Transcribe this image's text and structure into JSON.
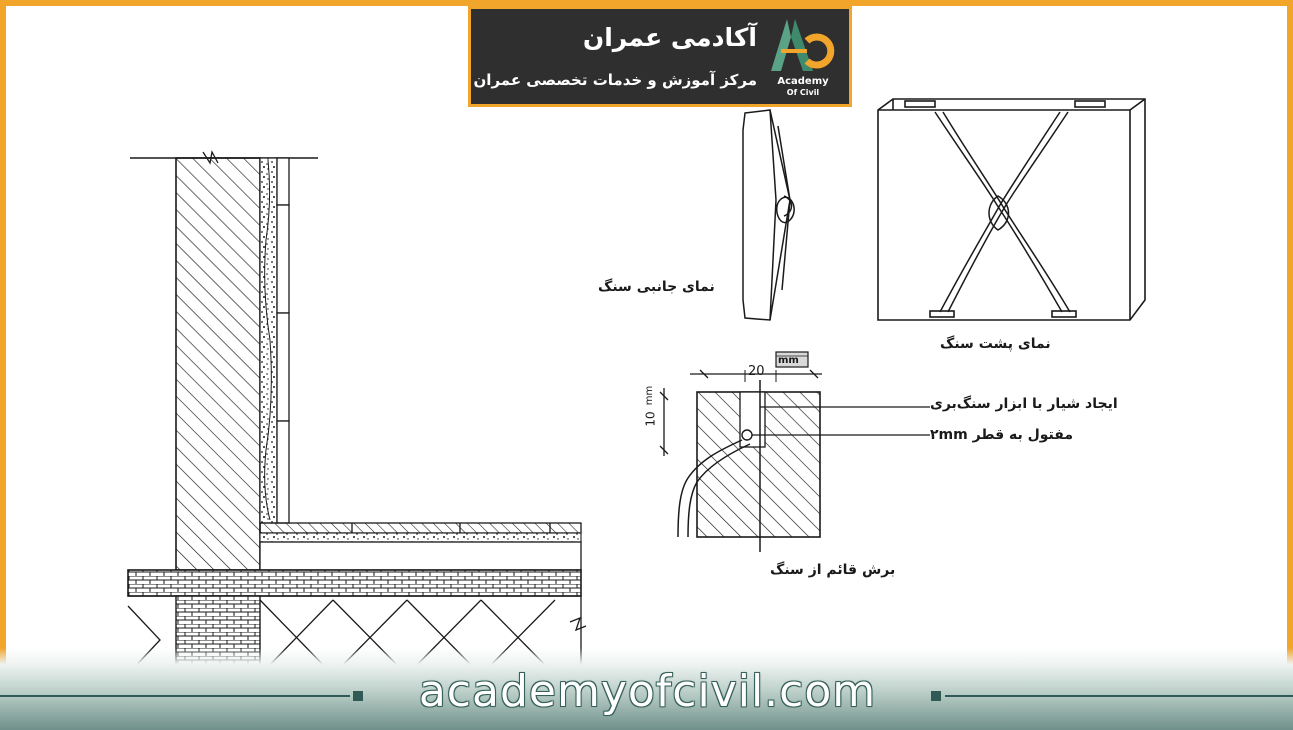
{
  "header": {
    "title": "آکادمی عمران",
    "subtitle": "مرکز آموزش و خدمات تخصصی عمران",
    "logo_line1": "Academy",
    "logo_line2": "Of Civil"
  },
  "labels": {
    "side_view": "نمای جانبی سنگ",
    "back_view": "نمای پشت سنگ",
    "section": "برش قائم از سنگ",
    "groove": "ایجاد شیار با ابزار سنگ‌بری",
    "wire": "مفتول به قطر ۲mm",
    "unit": "mm",
    "dim_20": "20",
    "dim_10": "10",
    "dim_10_unit": "mm"
  },
  "footer": {
    "url": "academyofcivil.com"
  },
  "colors": {
    "accent": "#f2a52b",
    "banner": "#2f2f2f",
    "footer": "#2f5a55",
    "line": "#1a1a1a"
  }
}
